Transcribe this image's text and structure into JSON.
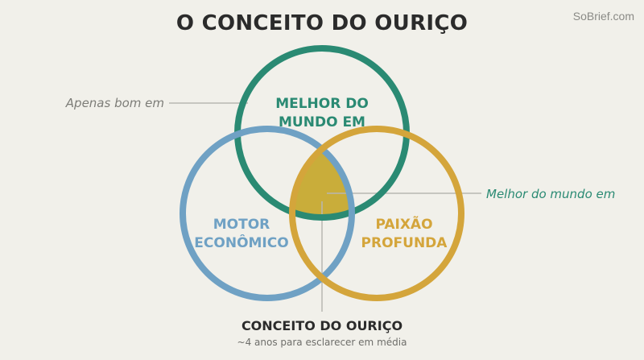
{
  "title": "O CONCEITO DO OURIÇO",
  "watermark": "SoBrief.com",
  "circles": {
    "top": {
      "line1": "MELHOR DO",
      "line2": "MUNDO EM",
      "color": "#2a8a73"
    },
    "left": {
      "line1": "MOTOR",
      "line2": "ECONÔMICO",
      "color": "#6fa1c4"
    },
    "right": {
      "line1": "PAIXÃO",
      "line2": "PROFUNDA",
      "color": "#d4a53b"
    }
  },
  "intersection_color": "#c9ad3a",
  "annotations": {
    "left": {
      "text": "Apenas bom em",
      "color": "#7d7d78"
    },
    "right": {
      "text": "Melhor do mundo em",
      "color": "#2a8a73"
    }
  },
  "bottom": {
    "title": "CONCEITO DO OURIÇO",
    "subtitle": "~4 anos para esclarecer em média"
  }
}
